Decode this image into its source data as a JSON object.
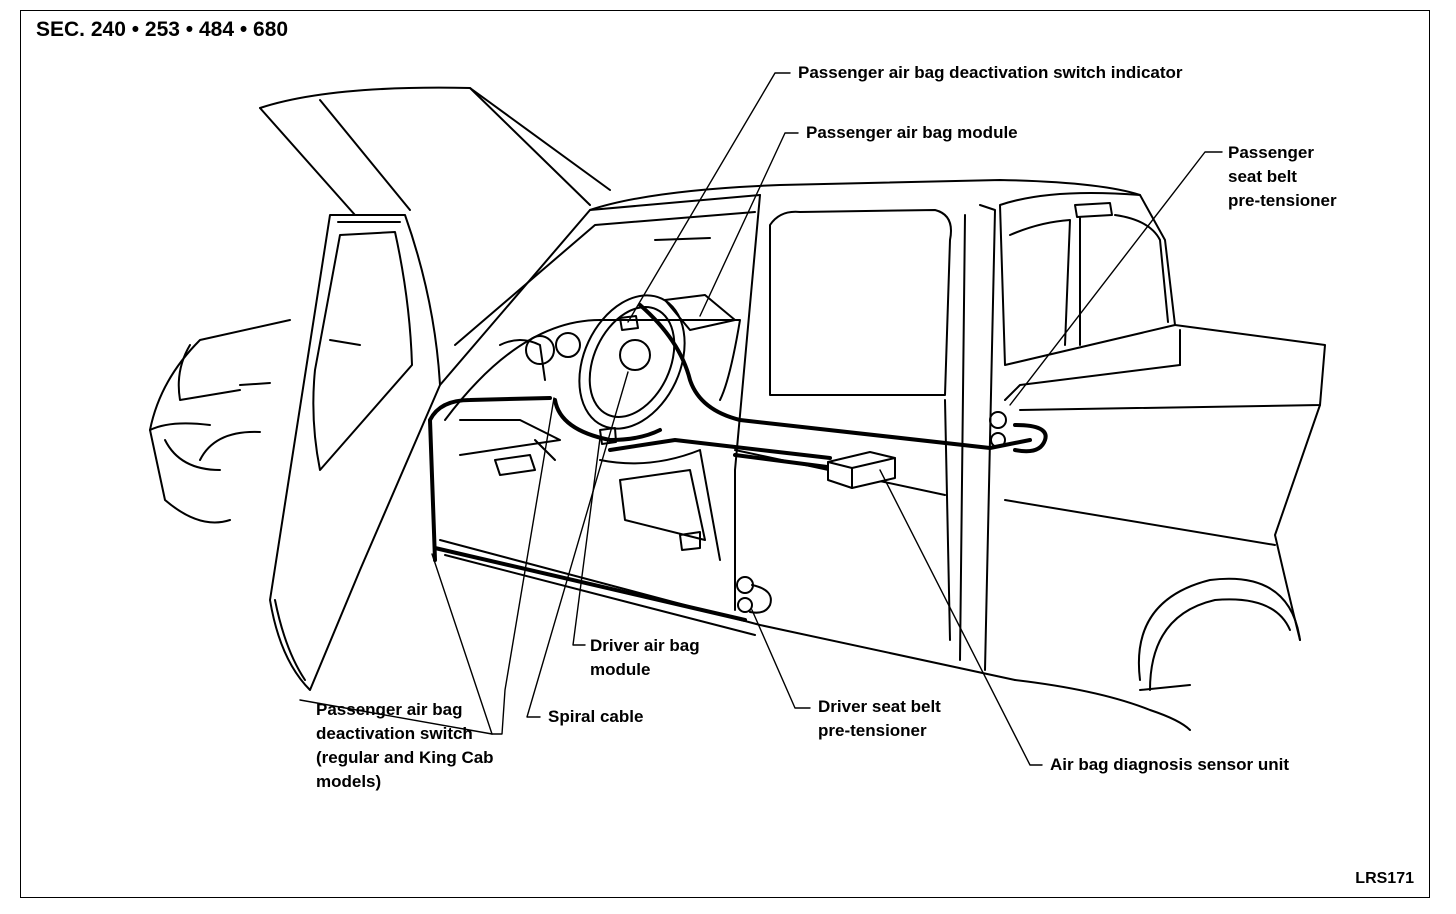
{
  "section": "SEC. 240 • 253 • 484 • 680",
  "code": "LRS171",
  "labels": {
    "pass_indicator": "Passenger air bag deactivation switch indicator",
    "pass_module": "Passenger air bag module",
    "pass_pretensioner": [
      "Passenger",
      "seat belt",
      "pre-tensioner"
    ],
    "driver_module": [
      "Driver air bag",
      "module"
    ],
    "spiral_cable": "Spiral cable",
    "driver_pretensioner": [
      "Driver seat belt",
      "pre-tensioner"
    ],
    "pass_switch": [
      "Passenger air bag",
      "deactivation switch",
      "(regular and King Cab",
      "models)"
    ],
    "sensor_unit": "Air bag diagnosis sensor unit"
  }
}
